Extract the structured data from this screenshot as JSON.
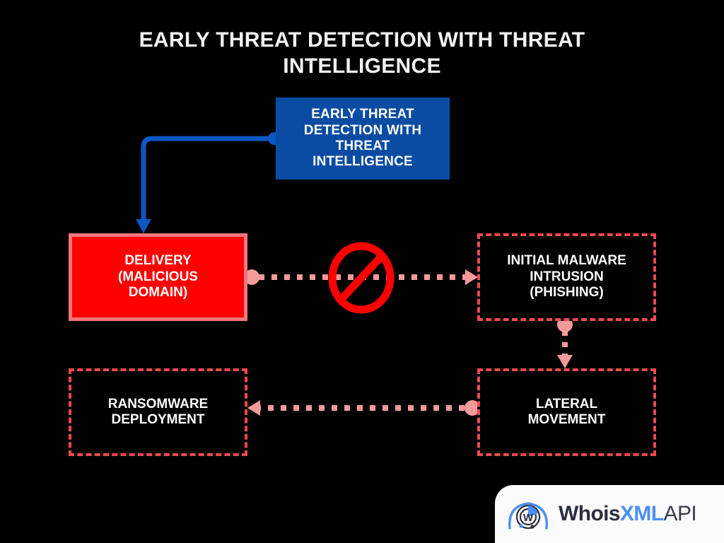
{
  "page": {
    "background_color": "#000000",
    "title": "EARLY THREAT DETECTION WITH THREAT INTELLIGENCE"
  },
  "colors": {
    "title_text": "#F2F2F2",
    "blue_node_fill": "#0A4CA3",
    "blue_connector": "#0B57C4",
    "red_node_fill": "#FF0000",
    "red_node_border": "#F4767C",
    "dashed_border": "#EE4A4F",
    "dotted_connector": "#F49A9A",
    "prohibition_sign": "#FF0000",
    "node_text": "#FFFFFF"
  },
  "diagram": {
    "type": "flowchart",
    "nodes": [
      {
        "id": "early-threat-detection",
        "style": "solid-blue",
        "lines": [
          "EARLY THREAT",
          "DETECTION WITH",
          "THREAT",
          "INTELLIGENCE"
        ]
      },
      {
        "id": "delivery",
        "style": "solid-red",
        "lines": [
          "DELIVERY",
          "(MALICIOUS",
          "DOMAIN)"
        ]
      },
      {
        "id": "initial-malware-intrusion",
        "style": "dashed-red",
        "lines": [
          "INITIAL MALWARE",
          "INTRUSION",
          "(PHISHING)"
        ]
      },
      {
        "id": "lateral-movement",
        "style": "dashed-red",
        "lines": [
          "LATERAL",
          "MOVEMENT"
        ]
      },
      {
        "id": "ransomware-deployment",
        "style": "dashed-red",
        "lines": [
          "RANSOMWARE",
          "DEPLOYMENT"
        ]
      }
    ],
    "edges": [
      {
        "id": "edge-intel-to-delivery",
        "from": "early-threat-detection",
        "to": "delivery",
        "style": "solid-blue-elbow",
        "blocked": false
      },
      {
        "id": "edge-delivery-to-malware",
        "from": "delivery",
        "to": "initial-malware-intrusion",
        "style": "dotted-red",
        "blocked": true
      },
      {
        "id": "edge-malware-to-lateral",
        "from": "initial-malware-intrusion",
        "to": "lateral-movement",
        "style": "dotted-red",
        "blocked": false
      },
      {
        "id": "edge-lateral-to-ransomware",
        "from": "lateral-movement",
        "to": "ransomware-deployment",
        "style": "dotted-red",
        "blocked": false
      }
    ],
    "blocker": {
      "id": "prohibition-sign",
      "icon": "no-entry-icon"
    }
  },
  "logo": {
    "icon": "whoisxmlapi-radar-icon",
    "mark_letter": "W",
    "text_parts": {
      "whois": "Whois",
      "xml": "XML",
      "api": "API"
    }
  }
}
